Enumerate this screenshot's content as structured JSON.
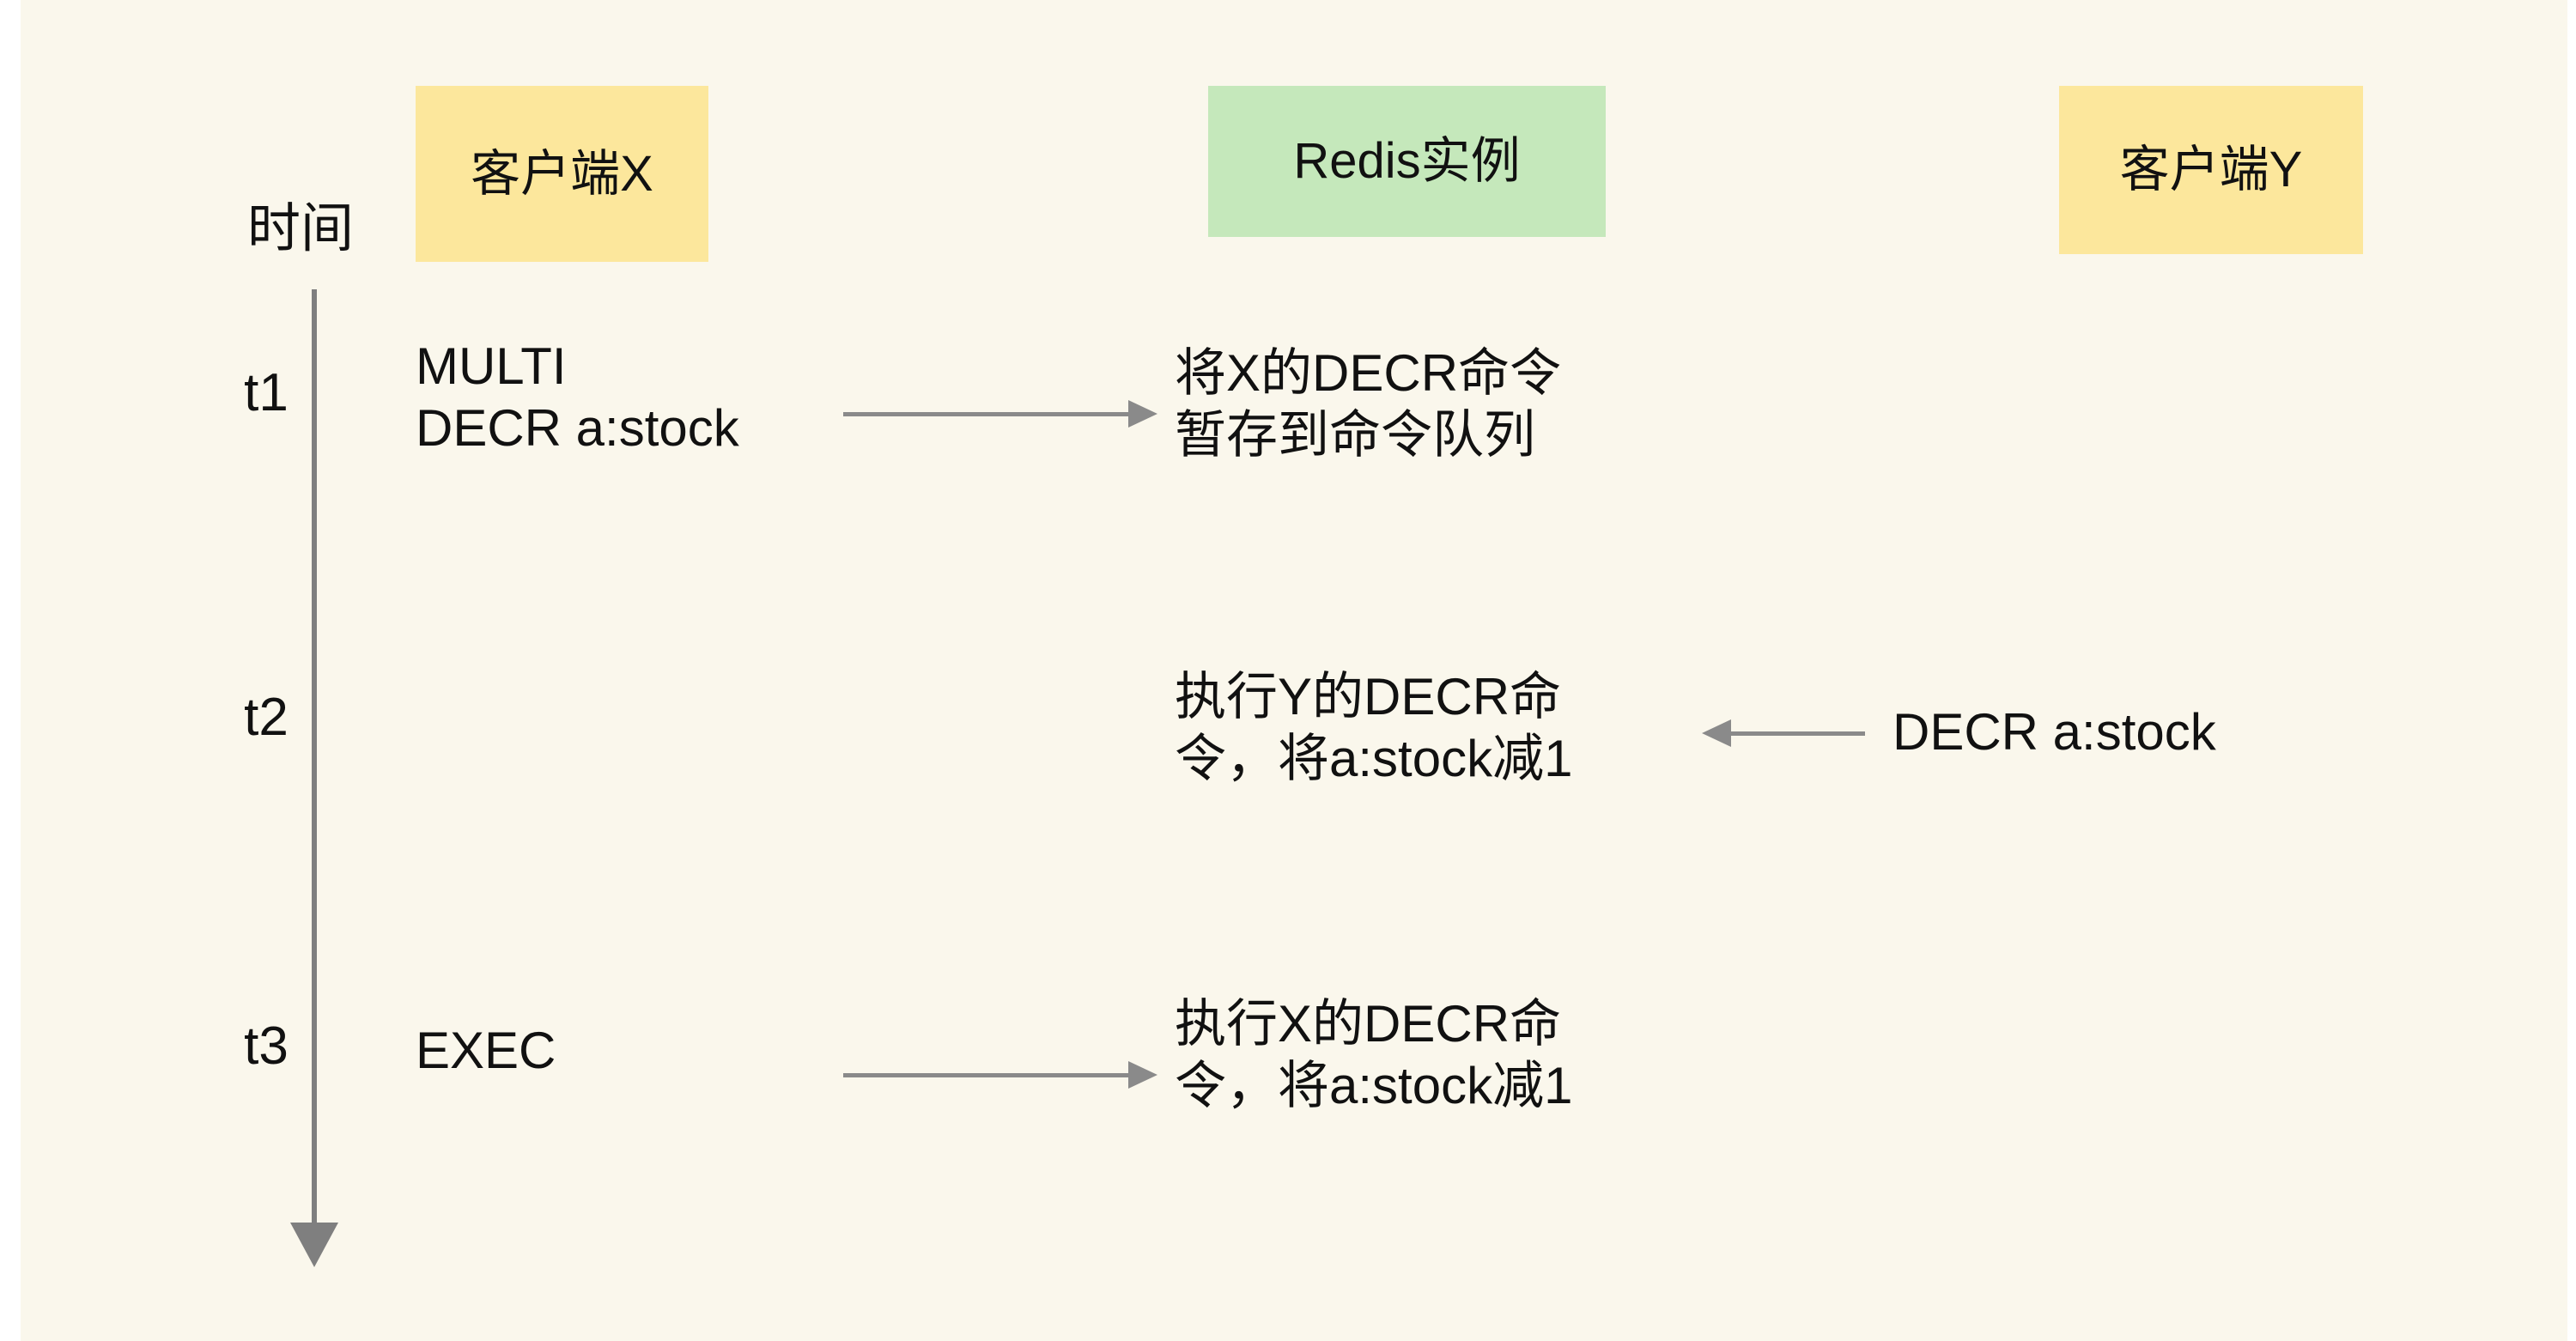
{
  "diagram": {
    "title_label": "时间",
    "lanes": [
      {
        "id": "client-x",
        "label": "客户端X",
        "color": "#fce79c"
      },
      {
        "id": "redis",
        "label": "Redis实例",
        "color": "#c5e8bb"
      },
      {
        "id": "client-y",
        "label": "客户端Y",
        "color": "#fce79c"
      }
    ],
    "ticks": [
      {
        "id": "t1",
        "label": "t1"
      },
      {
        "id": "t2",
        "label": "t2"
      },
      {
        "id": "t3",
        "label": "t3"
      }
    ],
    "messages": [
      {
        "id": "m-t1",
        "from": "client-x",
        "to": "redis",
        "direction": "right",
        "at": "t1"
      },
      {
        "id": "m-t2",
        "from": "client-y",
        "to": "redis",
        "direction": "left",
        "at": "t2"
      },
      {
        "id": "m-t3",
        "from": "client-x",
        "to": "redis",
        "direction": "right",
        "at": "t3"
      }
    ],
    "cells": {
      "client_x_t1": "MULTI\nDECR a:stock",
      "client_x_t3": "EXEC",
      "redis_t1": "将X的DECR命令\n暂存到命令队列",
      "redis_t2": "执行Y的DECR命\n令，将a:stock减1",
      "redis_t3": "执行X的DECR命\n令，将a:stock减1",
      "client_y_t2": "DECR a:stock"
    },
    "colors": {
      "background": "#faf7ec",
      "page": "#ffffff",
      "text": "#111111",
      "axis": "#7f7f7f",
      "arrow": "#8a8a8a",
      "client_lane": "#fce79c",
      "redis_lane": "#c5e8bb"
    }
  }
}
